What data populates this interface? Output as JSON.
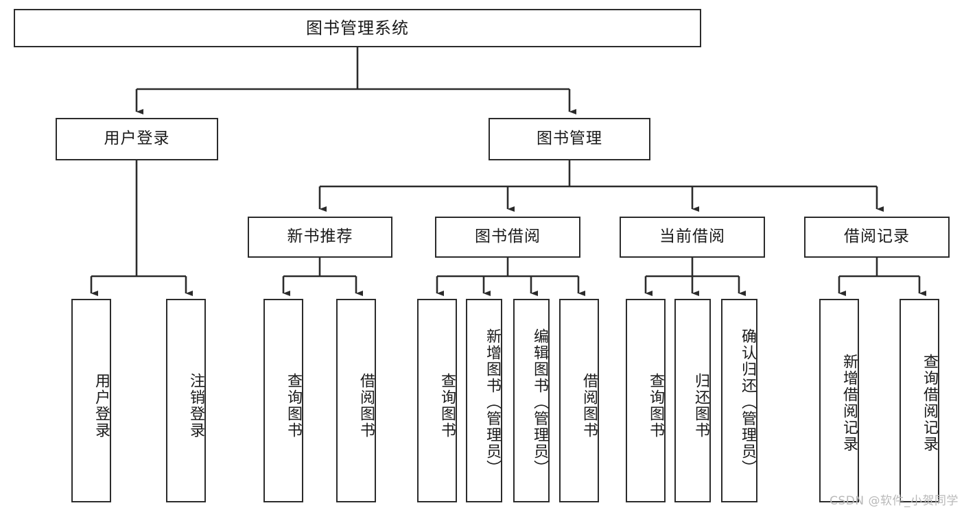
{
  "diagram": {
    "title": "图书管理系统",
    "type": "tree",
    "watermark": "CSDN @软件_小贺同学",
    "colors": {
      "border": "#2b2b2b",
      "line": "#2b2b2b",
      "background": "#ffffff",
      "text": "#1a1a1a",
      "watermark": "#b9b9b9"
    },
    "root": {
      "label": "图书管理系统"
    },
    "level2": [
      {
        "label": "用户登录"
      },
      {
        "label": "图书管理"
      }
    ],
    "level3": [
      {
        "label": "新书推荐"
      },
      {
        "label": "图书借阅"
      },
      {
        "label": "当前借阅"
      },
      {
        "label": "借阅记录"
      }
    ],
    "leaves": {
      "user_login": [
        {
          "label": "用户登录"
        },
        {
          "label": "注销登录"
        }
      ],
      "new_book_recommend": [
        {
          "label": "查询图书"
        },
        {
          "label": "借阅图书"
        }
      ],
      "book_borrow": [
        {
          "label": "查询图书"
        },
        {
          "label": "新增图书（管理员）"
        },
        {
          "label": "编辑图书（管理员）"
        },
        {
          "label": "借阅图书"
        }
      ],
      "current_borrow": [
        {
          "label": "查询图书"
        },
        {
          "label": "归还图书"
        },
        {
          "label": "确认归还（管理员）"
        }
      ],
      "borrow_record": [
        {
          "label": "新增借阅记录"
        },
        {
          "label": "查询借阅记录"
        }
      ]
    }
  }
}
